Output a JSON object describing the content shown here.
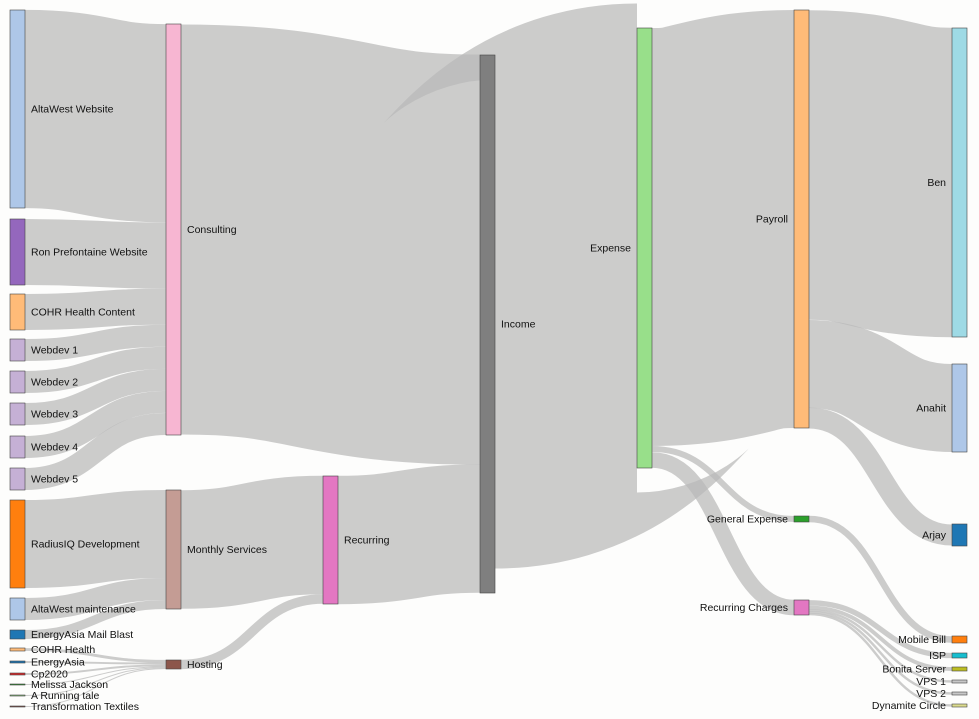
{
  "chart_data": {
    "type": "sankey",
    "nodes": [
      {
        "id": "altawest_website",
        "label": "AltaWest Website",
        "color": "#aec7e8"
      },
      {
        "id": "ron_prefontaine",
        "label": "Ron Prefontaine Website",
        "color": "#9467bd"
      },
      {
        "id": "cohr_content",
        "label": "COHR Health Content",
        "color": "#ffbb78"
      },
      {
        "id": "webdev1",
        "label": "Webdev 1",
        "color": "#c5b0d5"
      },
      {
        "id": "webdev2",
        "label": "Webdev 2",
        "color": "#c5b0d5"
      },
      {
        "id": "webdev3",
        "label": "Webdev 3",
        "color": "#c5b0d5"
      },
      {
        "id": "webdev4",
        "label": "Webdev 4",
        "color": "#c5b0d5"
      },
      {
        "id": "webdev5",
        "label": "Webdev 5",
        "color": "#c5b0d5"
      },
      {
        "id": "radiusiq",
        "label": "RadiusIQ Development",
        "color": "#ff7f0e"
      },
      {
        "id": "altawest_maint",
        "label": "AltaWest maintenance",
        "color": "#aec7e8"
      },
      {
        "id": "energyasia_blast",
        "label": "EnergyAsia Mail Blast",
        "color": "#1f77b4"
      },
      {
        "id": "cohr_health",
        "label": "COHR Health",
        "color": "#ffbb78"
      },
      {
        "id": "energyasia",
        "label": "EnergyAsia",
        "color": "#1f77b4"
      },
      {
        "id": "cp2020",
        "label": "Cp2020",
        "color": "#d62728"
      },
      {
        "id": "melissa",
        "label": "Melissa Jackson",
        "color": "#2ca02c"
      },
      {
        "id": "running_tale",
        "label": "A Running tale",
        "color": "#98df8a"
      },
      {
        "id": "transformation",
        "label": "Transformation Textiles",
        "color": "#8c564b"
      },
      {
        "id": "consulting",
        "label": "Consulting",
        "color": "#f7b6d2"
      },
      {
        "id": "monthly",
        "label": "Monthly Services",
        "color": "#c49c94"
      },
      {
        "id": "hosting",
        "label": "Hosting",
        "color": "#8c564b"
      },
      {
        "id": "recurring",
        "label": "Recurring",
        "color": "#e377c2"
      },
      {
        "id": "income",
        "label": "Income",
        "color": "#7f7f7f"
      },
      {
        "id": "expense",
        "label": "Expense",
        "color": "#98df8a"
      },
      {
        "id": "payroll",
        "label": "Payroll",
        "color": "#ffbb78"
      },
      {
        "id": "general_expense",
        "label": "General Expense",
        "color": "#2ca02c"
      },
      {
        "id": "recurring_charges",
        "label": "Recurring Charges",
        "color": "#e377c2"
      },
      {
        "id": "ben",
        "label": "Ben",
        "color": "#9edae5"
      },
      {
        "id": "anahit",
        "label": "Anahit",
        "color": "#aec7e8"
      },
      {
        "id": "arjay",
        "label": "Arjay",
        "color": "#1f77b4"
      },
      {
        "id": "mobile_bill",
        "label": "Mobile Bill",
        "color": "#ff7f0e"
      },
      {
        "id": "isp",
        "label": "ISP",
        "color": "#17becf"
      },
      {
        "id": "bonita",
        "label": "Bonita Server",
        "color": "#bcbd22"
      },
      {
        "id": "vps1",
        "label": "VPS 1",
        "color": "#c7c7c7"
      },
      {
        "id": "vps2",
        "label": "VPS 2",
        "color": "#c7c7c7"
      },
      {
        "id": "dynamite",
        "label": "Dynamite Circle",
        "color": "#dbdb8d"
      }
    ],
    "links": [
      {
        "source": "altawest_website",
        "target": "consulting",
        "value": 198
      },
      {
        "source": "ron_prefontaine",
        "target": "consulting",
        "value": 66
      },
      {
        "source": "cohr_content",
        "target": "consulting",
        "value": 36
      },
      {
        "source": "webdev1",
        "target": "consulting",
        "value": 22
      },
      {
        "source": "webdev2",
        "target": "consulting",
        "value": 22
      },
      {
        "source": "webdev3",
        "target": "consulting",
        "value": 22
      },
      {
        "source": "webdev4",
        "target": "consulting",
        "value": 22
      },
      {
        "source": "webdev5",
        "target": "consulting",
        "value": 22
      },
      {
        "source": "radiusiq",
        "target": "monthly",
        "value": 88
      },
      {
        "source": "altawest_maint",
        "target": "monthly",
        "value": 22
      },
      {
        "source": "energyasia_blast",
        "target": "monthly",
        "value": 9
      },
      {
        "source": "cohr_health",
        "target": "hosting",
        "value": 3
      },
      {
        "source": "energyasia",
        "target": "hosting",
        "value": 2
      },
      {
        "source": "cp2020",
        "target": "hosting",
        "value": 2
      },
      {
        "source": "melissa",
        "target": "hosting",
        "value": 1
      },
      {
        "source": "running_tale",
        "target": "hosting",
        "value": 1
      },
      {
        "source": "transformation",
        "target": "hosting",
        "value": 1
      },
      {
        "source": "consulting",
        "target": "income",
        "value": 410
      },
      {
        "source": "monthly",
        "target": "recurring",
        "value": 119
      },
      {
        "source": "hosting",
        "target": "recurring",
        "value": 10
      },
      {
        "source": "recurring",
        "target": "income",
        "value": 129
      },
      {
        "source": "income",
        "target": "expense",
        "value": 440
      },
      {
        "source": "expense",
        "target": "payroll",
        "value": 418
      },
      {
        "source": "expense",
        "target": "general_expense",
        "value": 6
      },
      {
        "source": "expense",
        "target": "recurring_charges",
        "value": 16
      },
      {
        "source": "payroll",
        "target": "ben",
        "value": 310
      },
      {
        "source": "payroll",
        "target": "anahit",
        "value": 88
      },
      {
        "source": "payroll",
        "target": "arjay",
        "value": 20
      },
      {
        "source": "general_expense",
        "target": "mobile_bill",
        "value": 6
      },
      {
        "source": "recurring_charges",
        "target": "isp",
        "value": 6
      },
      {
        "source": "recurring_charges",
        "target": "bonita",
        "value": 4
      },
      {
        "source": "recurring_charges",
        "target": "vps1",
        "value": 2
      },
      {
        "source": "recurring_charges",
        "target": "vps2",
        "value": 2
      },
      {
        "source": "recurring_charges",
        "target": "dynamite",
        "value": 2
      }
    ]
  }
}
